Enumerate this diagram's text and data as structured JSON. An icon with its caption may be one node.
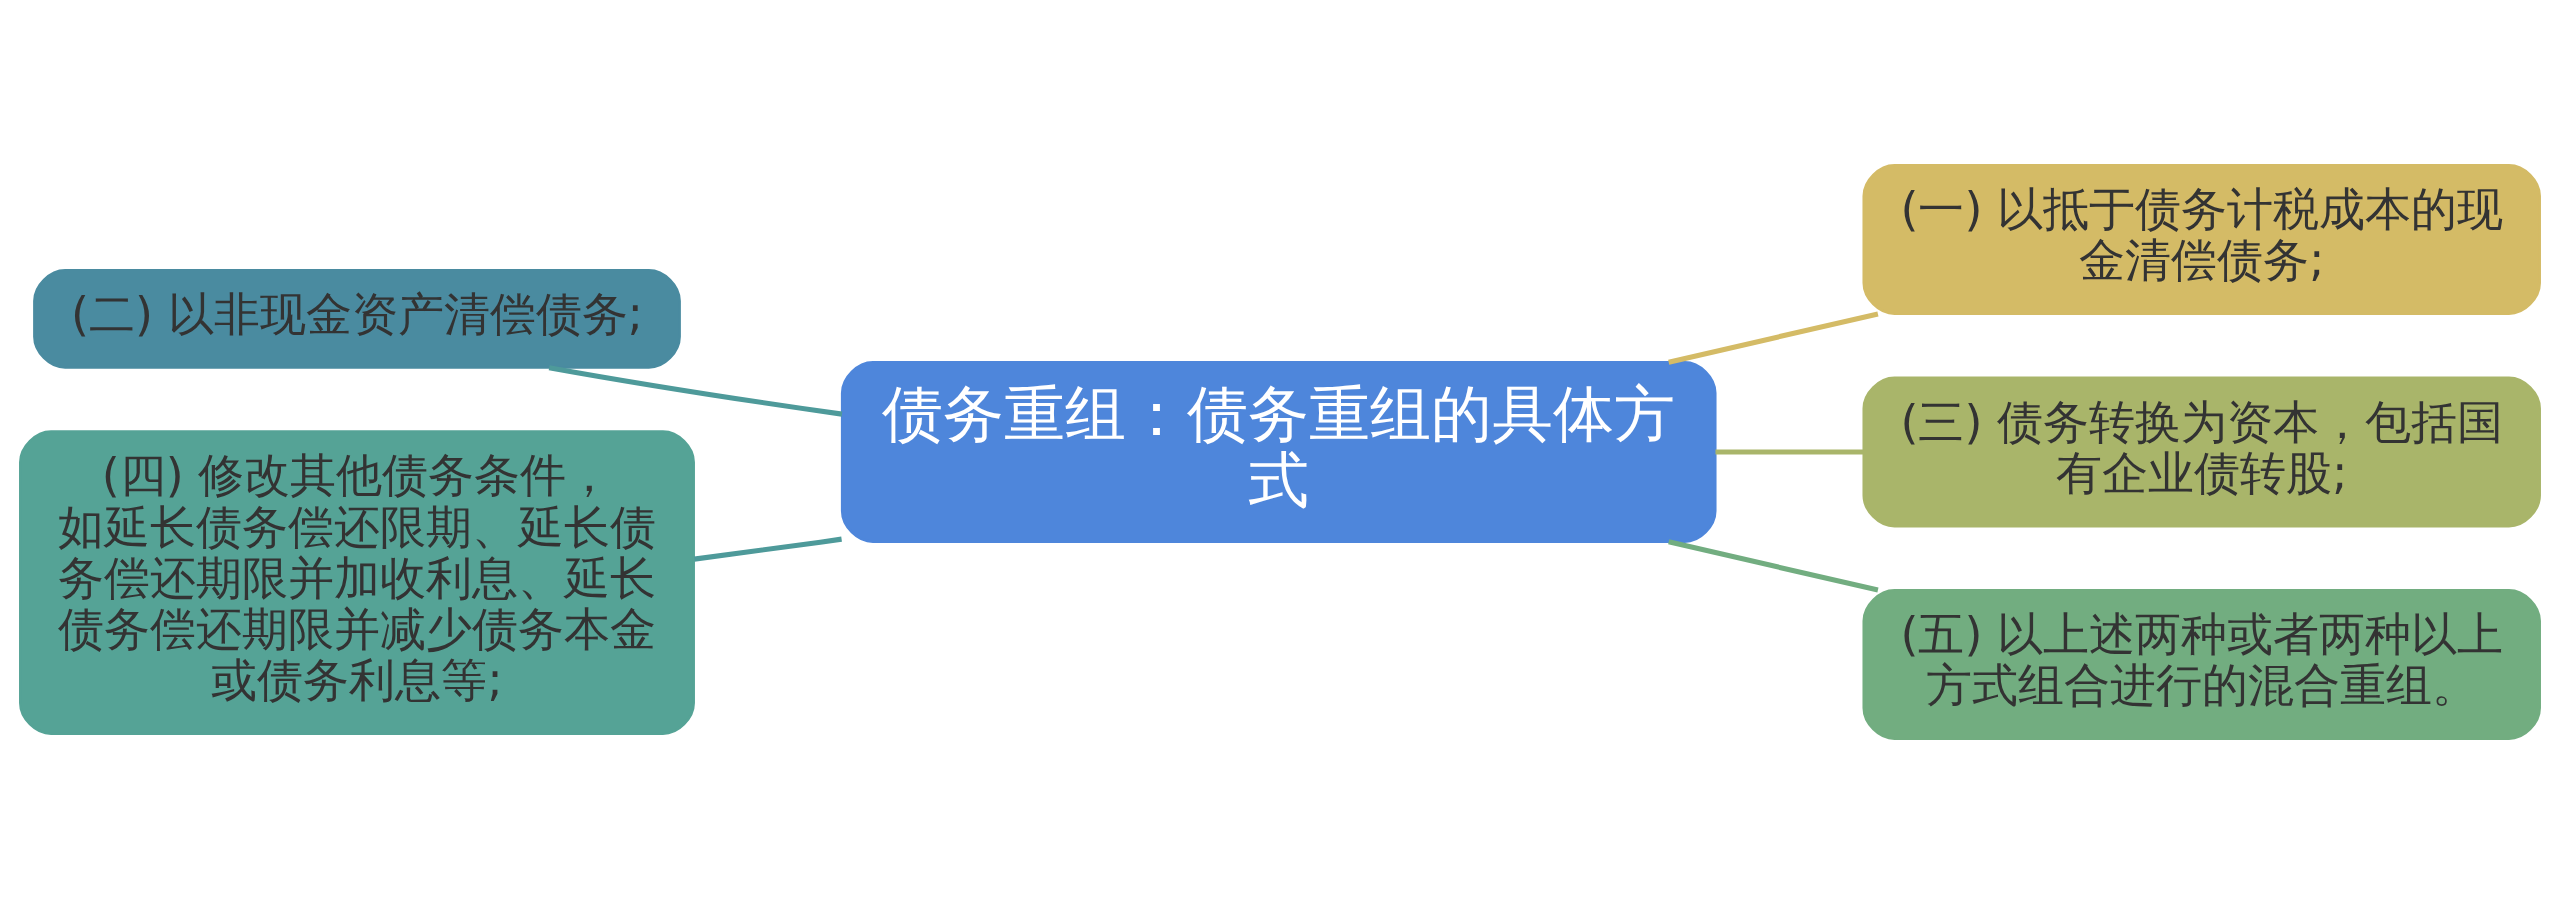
{
  "diagram": {
    "nodes": [
      {
        "text": [
          "债务重组：债务重组的具体方式"
        ]
      },
      {
        "text": [
          "(二) 以非现金资产清偿债务;"
        ]
      },
      {
        "text": [
          "(四) 修改其他债务条件，如延长债务偿还限期、延长债务偿还期限并加收利息、延长债务偿还期限并减少债务本金或债务利息等;"
        ]
      },
      {
        "text": [
          "(一) 以抵于债务计税成本的现金清偿债务;"
        ]
      },
      {
        "text": [
          "(三) 债务转换为资本，包括国有企业债转股;"
        ]
      },
      {
        "text": [
          "(五) 以上述两种或者两种以上方式组合进行的混合重组。"
        ]
      }
    ],
    "edges": [
      {
        "from": 0,
        "to": 1,
        "arrow": "none",
        "color": "#4e9a9a"
      },
      {
        "from": 0,
        "to": 2,
        "arrow": "none",
        "color": "#4e9a9a"
      },
      {
        "from": 0,
        "to": 3,
        "arrow": "none",
        "color": "#d4bb66"
      },
      {
        "from": 0,
        "to": 4,
        "arrow": "none",
        "color": "#a9b56a"
      },
      {
        "from": 0,
        "to": 5,
        "arrow": "none",
        "color": "#72ad80"
      }
    ]
  }
}
